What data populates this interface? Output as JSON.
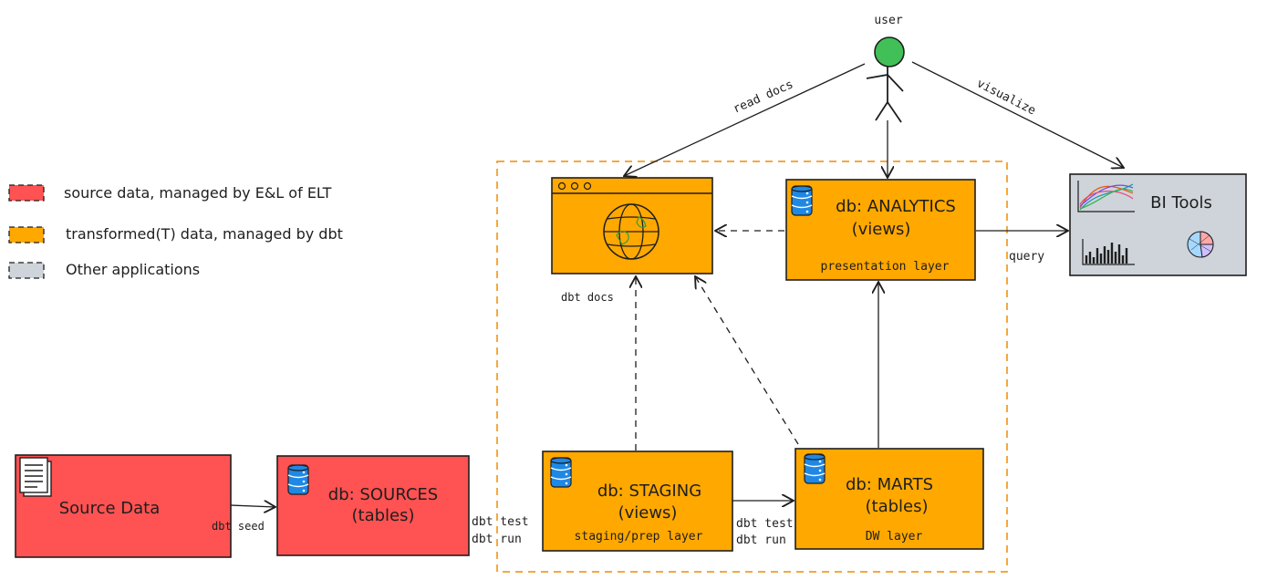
{
  "legend": {
    "source": "source data, managed by E&L of ELT",
    "transformed": "transformed(T) data, managed by dbt",
    "other": "Other applications"
  },
  "nodes": {
    "source_data": {
      "label": "Source Data"
    },
    "sources": {
      "title": "db: SOURCES",
      "subtitle": "(tables)"
    },
    "staging": {
      "title": "db: STAGING",
      "subtitle": "(views)",
      "layer": "staging/prep layer"
    },
    "marts": {
      "title": "db: MARTS",
      "subtitle": "(tables)",
      "layer": "DW layer"
    },
    "analytics": {
      "title": "db: ANALYTICS",
      "subtitle": "(views)",
      "layer": "presentation layer"
    },
    "bi_tools": {
      "label": "BI Tools"
    },
    "user": {
      "label": "user"
    }
  },
  "edges": {
    "dbt_seed": "dbt seed",
    "dbt_test_1": "dbt test",
    "dbt_run_1": "dbt run",
    "dbt_test_2": "dbt test",
    "dbt_run_2": "dbt run",
    "dbt_docs": "dbt docs",
    "query": "query",
    "read_docs": "read docs",
    "visualize": "visualize"
  },
  "colors": {
    "source": "#ff5252",
    "transformed": "#ffa800",
    "other": "#ced4da",
    "db_icon": "#1e88e5",
    "user_head": "#40c057",
    "group_border": "#f08c00"
  }
}
